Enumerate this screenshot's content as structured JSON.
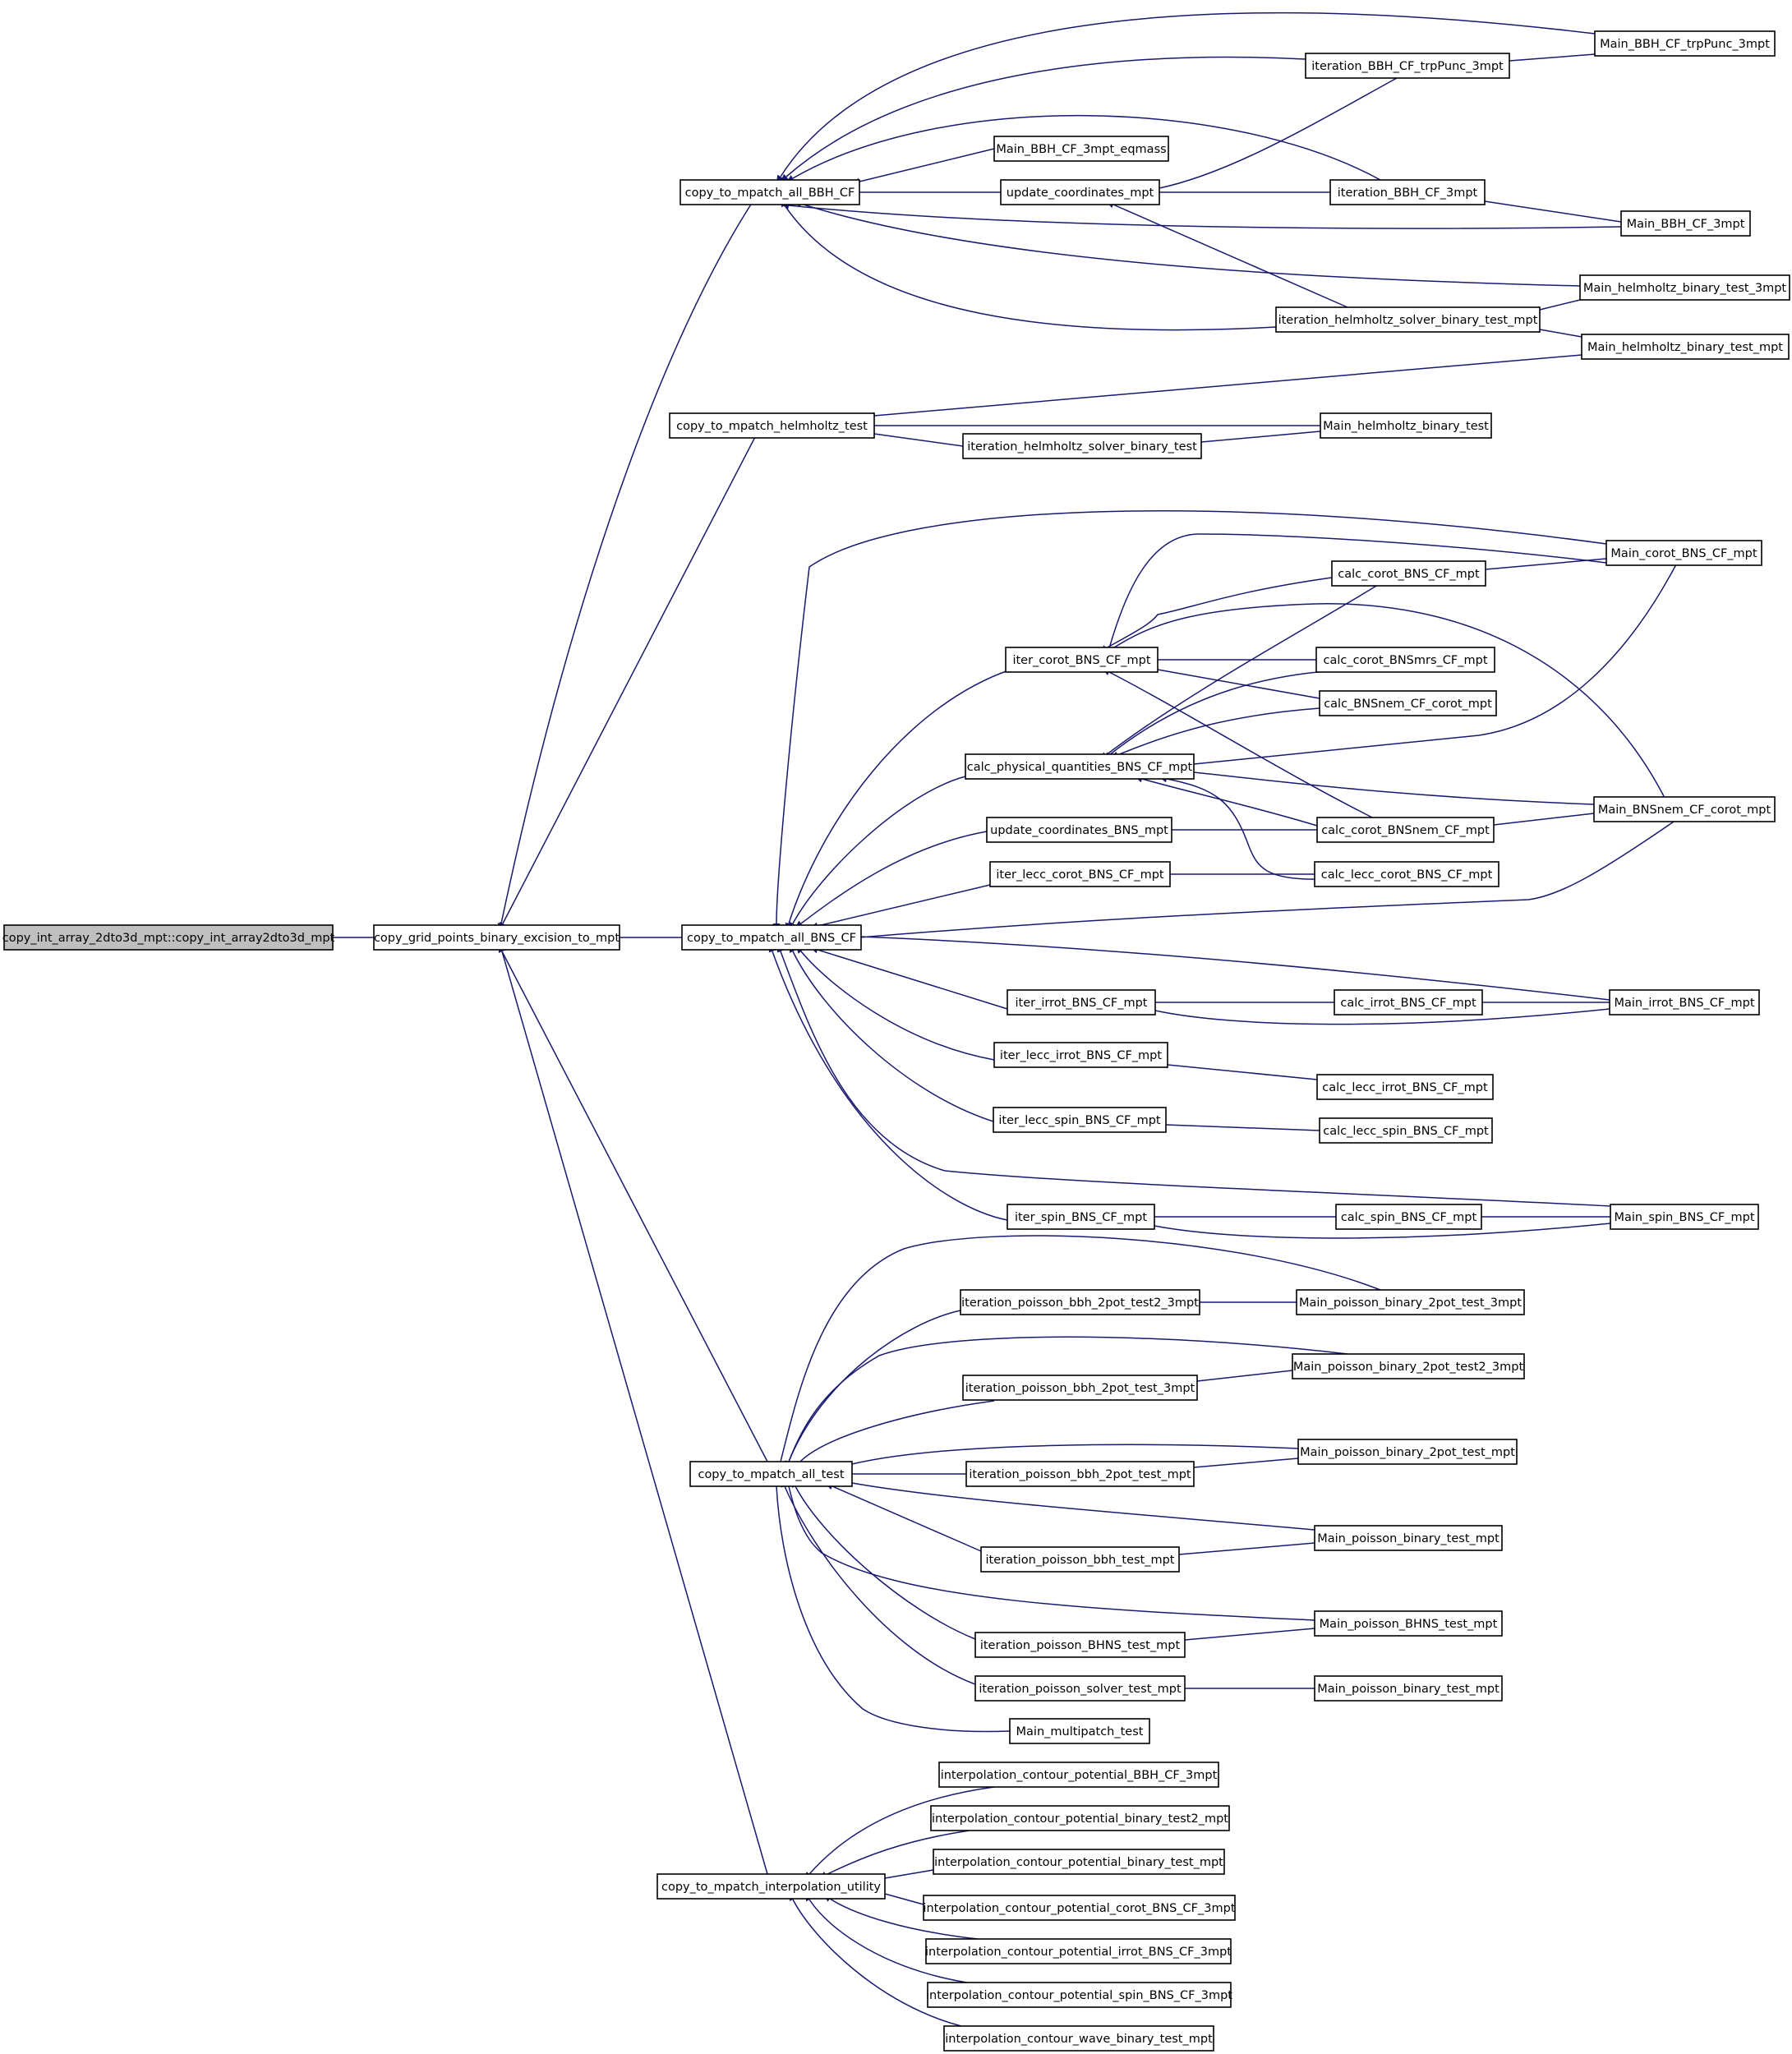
{
  "colors": {
    "edge": "#191970",
    "node_border": "#000000",
    "node_fill": "#ffffff",
    "root_fill": "#bfbfbf"
  },
  "nodes": {
    "root": "copy_int_array_2dto3d_mpt::copy_int_array2dto3d_mpt",
    "cgp": "copy_grid_points_binary_excision_to_mpt",
    "bbh": "copy_to_mpatch_all_BBH_CF",
    "hh": "copy_to_mpatch_helmholtz_test",
    "bns": "copy_to_mpatch_all_BNS_CF",
    "test": "copy_to_mpatch_all_test",
    "interp": "copy_to_mpatch_interpolation_utility",
    "it_bbh_trp": "iteration_BBH_CF_trpPunc_3mpt",
    "m_bbh_trp": "Main_BBH_CF_trpPunc_3mpt",
    "m_bbh_eq": "Main_BBH_CF_3mpt_eqmass",
    "upd": "update_coordinates_mpt",
    "it_bbh3": "iteration_BBH_CF_3mpt",
    "m_bbh3": "Main_BBH_CF_3mpt",
    "m_hh3": "Main_helmholtz_binary_test_3mpt",
    "it_hh_mpt": "iteration_helmholtz_solver_binary_test_mpt",
    "m_hh_mpt": "Main_helmholtz_binary_test_mpt",
    "m_hh": "Main_helmholtz_binary_test",
    "it_hh": "iteration_helmholtz_solver_binary_test",
    "m_corot": "Main_corot_BNS_CF_mpt",
    "c_corot": "calc_corot_BNS_CF_mpt",
    "iter_corot": "iter_corot_BNS_CF_mpt",
    "c_mrs": "calc_corot_BNSmrs_CF_mpt",
    "c_nem": "calc_BNSnem_CF_corot_mpt",
    "phys": "calc_physical_quantities_BNS_CF_mpt",
    "m_nem": "Main_BNSnem_CF_corot_mpt",
    "upd_bns": "update_coordinates_BNS_mpt",
    "c_corot_nem": "calc_corot_BNSnem_CF_mpt",
    "iter_lecc_corot": "iter_lecc_corot_BNS_CF_mpt",
    "c_lecc_corot": "calc_lecc_corot_BNS_CF_mpt",
    "iter_irrot": "iter_irrot_BNS_CF_mpt",
    "c_irrot": "calc_irrot_BNS_CF_mpt",
    "m_irrot": "Main_irrot_BNS_CF_mpt",
    "iter_lecc_irrot": "iter_lecc_irrot_BNS_CF_mpt",
    "c_lecc_irrot": "calc_lecc_irrot_BNS_CF_mpt",
    "iter_lecc_spin": "iter_lecc_spin_BNS_CF_mpt",
    "c_lecc_spin": "calc_lecc_spin_BNS_CF_mpt",
    "iter_spin": "iter_spin_BNS_CF_mpt",
    "c_spin": "calc_spin_BNS_CF_mpt",
    "m_spin": "Main_spin_BNS_CF_mpt",
    "it_p2t2": "iteration_poisson_bbh_2pot_test2_3mpt",
    "m_p2t3": "Main_poisson_binary_2pot_test_3mpt",
    "m_p2t23": "Main_poisson_binary_2pot_test2_3mpt",
    "it_p2t3": "iteration_poisson_bbh_2pot_test_3mpt",
    "m_p2tm": "Main_poisson_binary_2pot_test_mpt",
    "it_p2tm": "iteration_poisson_bbh_2pot_test_mpt",
    "m_pbt1": "Main_poisson_binary_test_mpt",
    "it_pbbh": "iteration_poisson_bbh_test_mpt",
    "m_bhns": "Main_poisson_BHNS_test_mpt",
    "it_bhns": "iteration_poisson_BHNS_test_mpt",
    "it_psol": "iteration_poisson_solver_test_mpt",
    "m_pbt2": "Main_poisson_binary_test_mpt",
    "m_mp": "Main_multipatch_test",
    "ip_bbh": "interpolation_contour_potential_BBH_CF_3mpt",
    "ip_bt2": "interpolation_contour_potential_binary_test2_mpt",
    "ip_bt": "interpolation_contour_potential_binary_test_mpt",
    "ip_corot": "interpolation_contour_potential_corot_BNS_CF_3mpt",
    "ip_irrot": "interpolation_contour_potential_irrot_BNS_CF_3mpt",
    "ip_spin": "interpolation_contour_potential_spin_BNS_CF_3mpt",
    "ip_wave": "interpolation_contour_wave_binary_test_mpt"
  }
}
